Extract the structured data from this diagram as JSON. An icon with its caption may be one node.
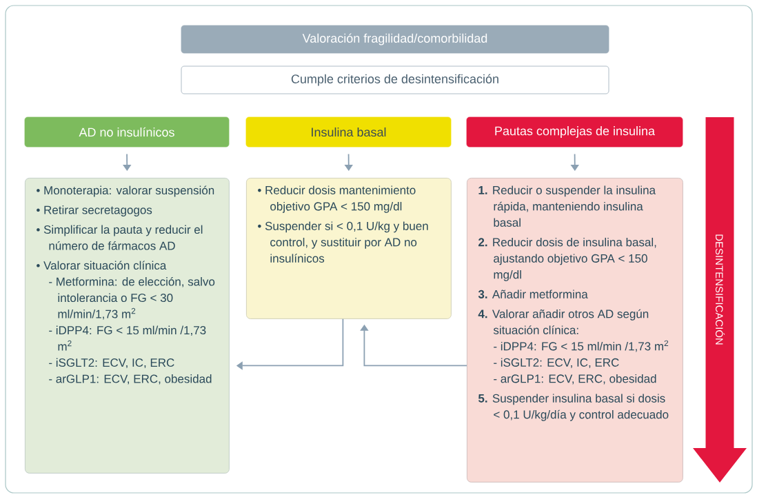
{
  "diagram": {
    "nodes": [
      {
        "text": [
          "Valoración fragilidad/comorbilidad"
        ]
      },
      {
        "text": [
          "Cumple criterios de desintensificación"
        ]
      },
      {
        "text": [
          "AD no insulínicos"
        ]
      },
      {
        "text": [
          "Insulina basal"
        ]
      },
      {
        "text": [
          "Pautas complejas de insulina"
        ]
      },
      {
        "text": [
          "• Monoterapia: valorar suspensión",
          "• Retirar secretagogos",
          "• Simplificar la pauta y reducir el número de fármacos AD",
          "• Valorar situación clínica",
          "- Metformina: de elección, salvo intolerancia o FG < 30 ml/min/1,73 m$^{2}$",
          "- iDPP4: FG < 15 ml/min /1,73 m$^{2}$",
          "- iSGLT2: ECV, IC, ERC",
          "- arGLP1: ECV, ERC, obesidad"
        ]
      },
      {
        "text": [
          "• Reducir dosis mantenimiento objetivo GPA < 150 mg/dl",
          "• Suspender si < 0,1 U/kg y buen control, y sustituir por AD no insulínicos"
        ]
      },
      {
        "text": [
          "**1.** Reducir o suspender la insulina rápida, manteniendo insulina basal",
          "**2.** Reducir dosis de insulina basal, ajustando objetivo GPA < 150 mg/dl",
          "**3.** Añadir metformina",
          "**4.** Valorar añadir otros AD según situación clínica:",
          "- iDPP4: FG < 15 ml/min /1,73 m$^{2}$",
          "- iSGLT2: ECV, IC, ERC",
          "- arGLP1: ECV, ERC, obesidad",
          "**5.** Suspender insulina basal si dosis < 0,1 U/kg/día y control adecuado"
        ]
      },
      {
        "text": [
          "DESINTENSIFICACIÓN"
        ]
      }
    ],
    "edges": [
      {
        "from": 2,
        "to": 5,
        "arrow": "to"
      },
      {
        "from": 3,
        "to": 6,
        "arrow": "to"
      },
      {
        "from": 4,
        "to": 7,
        "arrow": "to"
      },
      {
        "from": 6,
        "to": 5,
        "arrow": "to"
      },
      {
        "from": 7,
        "to": 6,
        "arrow": "to"
      }
    ]
  }
}
